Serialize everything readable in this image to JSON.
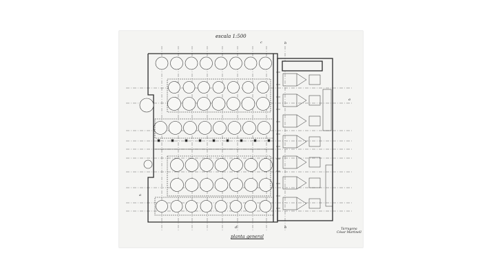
{
  "drawing": {
    "scale_note": "escala 1:500",
    "title": "planta general",
    "section_marks": {
      "a": "a",
      "b": "b",
      "c": "c",
      "d": "d"
    },
    "signature": {
      "line1": "Tarragona",
      "line2": "César Martinell"
    }
  },
  "colors": {
    "paper": "#f4f4f2",
    "ink": "#2a2a2a",
    "hatch": "#9a9a9a"
  }
}
